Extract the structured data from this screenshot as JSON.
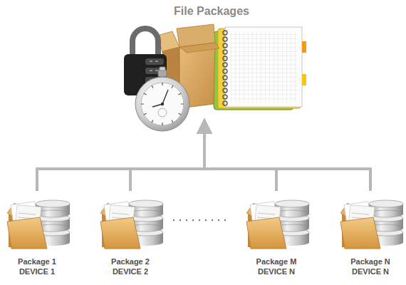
{
  "diagram": {
    "nodes": [
      {
        "text": [
          "File Packages"
        ]
      },
      {
        "text": [
          "Package 1 DEVICE 1"
        ]
      },
      {
        "text": [
          "Package 2 DEVICE 2"
        ]
      },
      {
        "text": [
          "Package M DEVICE N"
        ]
      },
      {
        "text": [
          "Package N DEVICE N"
        ]
      }
    ],
    "edges": [
      {
        "from": 1,
        "to": 0,
        "arrow": "to"
      },
      {
        "from": 2,
        "to": 0,
        "arrow": "to"
      },
      {
        "from": 3,
        "to": 0,
        "arrow": "to"
      },
      {
        "from": 4,
        "to": 0,
        "arrow": "to"
      }
    ]
  }
}
